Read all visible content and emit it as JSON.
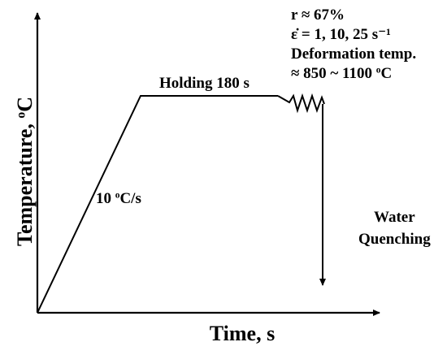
{
  "axes": {
    "y_label": {
      "text": "Temperature, ",
      "unit_sup": "o",
      "unit": "C"
    },
    "x_label": "Time, s"
  },
  "segments": {
    "heating_rate": {
      "value": "10 ",
      "sup": "o",
      "unit": "C/s"
    },
    "holding": "Holding 180 s"
  },
  "conditions": {
    "strain": "r ≈ 67%",
    "strain_rate": "ε̇ = 1, 10, 25 s⁻¹",
    "deformation_label": "Deformation temp.",
    "temp_range": {
      "text": "≈ 850 ~ 1100 ",
      "sup": "o",
      "unit": "C"
    }
  },
  "quench": {
    "line1": "Water",
    "line2": "Quenching"
  },
  "colors": {
    "line": "#000000",
    "background": "#ffffff"
  }
}
